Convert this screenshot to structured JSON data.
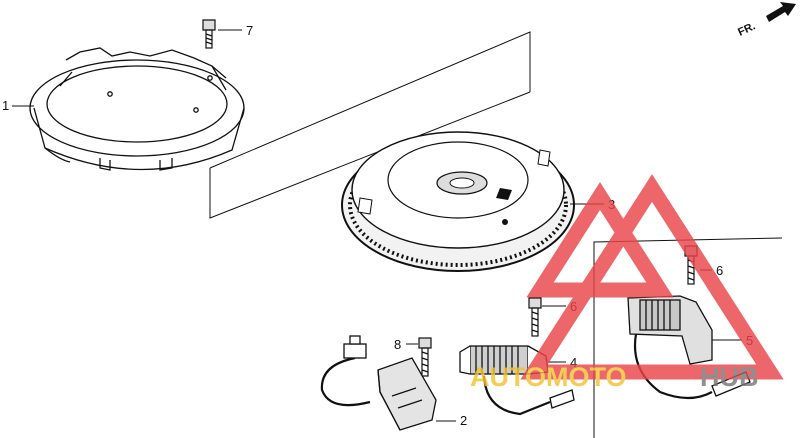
{
  "direction": {
    "label": "FR."
  },
  "callouts": [
    {
      "id": "part-1",
      "label": "1"
    },
    {
      "id": "part-2",
      "label": "2"
    },
    {
      "id": "part-3",
      "label": "3"
    },
    {
      "id": "part-4",
      "label": "4"
    },
    {
      "id": "part-5",
      "label": "5"
    },
    {
      "id": "part-6a",
      "label": "6"
    },
    {
      "id": "part-6b",
      "label": "6"
    },
    {
      "id": "part-7",
      "label": "7"
    },
    {
      "id": "part-8",
      "label": "8"
    }
  ],
  "watermark": {
    "text_left": "AUTOMOTO",
    "text_right": "HUB",
    "color_main": "#e8454a",
    "color_left": "#f2c232",
    "color_right": "#777777"
  }
}
